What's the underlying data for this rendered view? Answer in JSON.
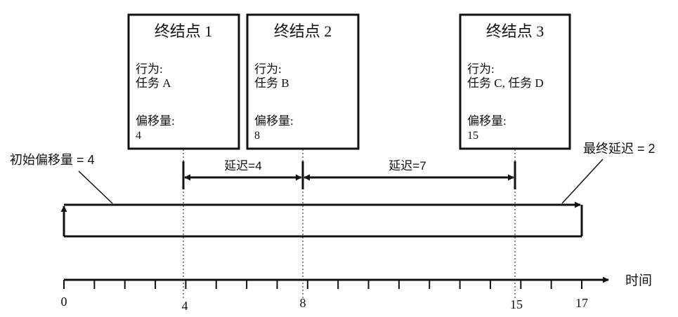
{
  "nodes": [
    {
      "title": "终结点 1",
      "behavior_label": "行为:",
      "behavior_value": "任务 A",
      "offset_label": "偏移量:",
      "offset_value": "4"
    },
    {
      "title": "终结点 2",
      "behavior_label": "行为:",
      "behavior_value": "任务 B",
      "offset_label": "偏移量:",
      "offset_value": "8"
    },
    {
      "title": "终结点 3",
      "behavior_label": "行为:",
      "behavior_value": "任务 C, 任务 D",
      "offset_label": "偏移量:",
      "offset_value": "15"
    }
  ],
  "labels": {
    "initial_offset": "初始偏移量 = 4",
    "final_delay": "最终延迟 = 2",
    "delay_1": "延迟=4",
    "delay_2": "延迟=7",
    "time_axis": "时间"
  },
  "axis": {
    "tick_labels": [
      "0",
      "4",
      "8",
      "15",
      "17"
    ]
  }
}
